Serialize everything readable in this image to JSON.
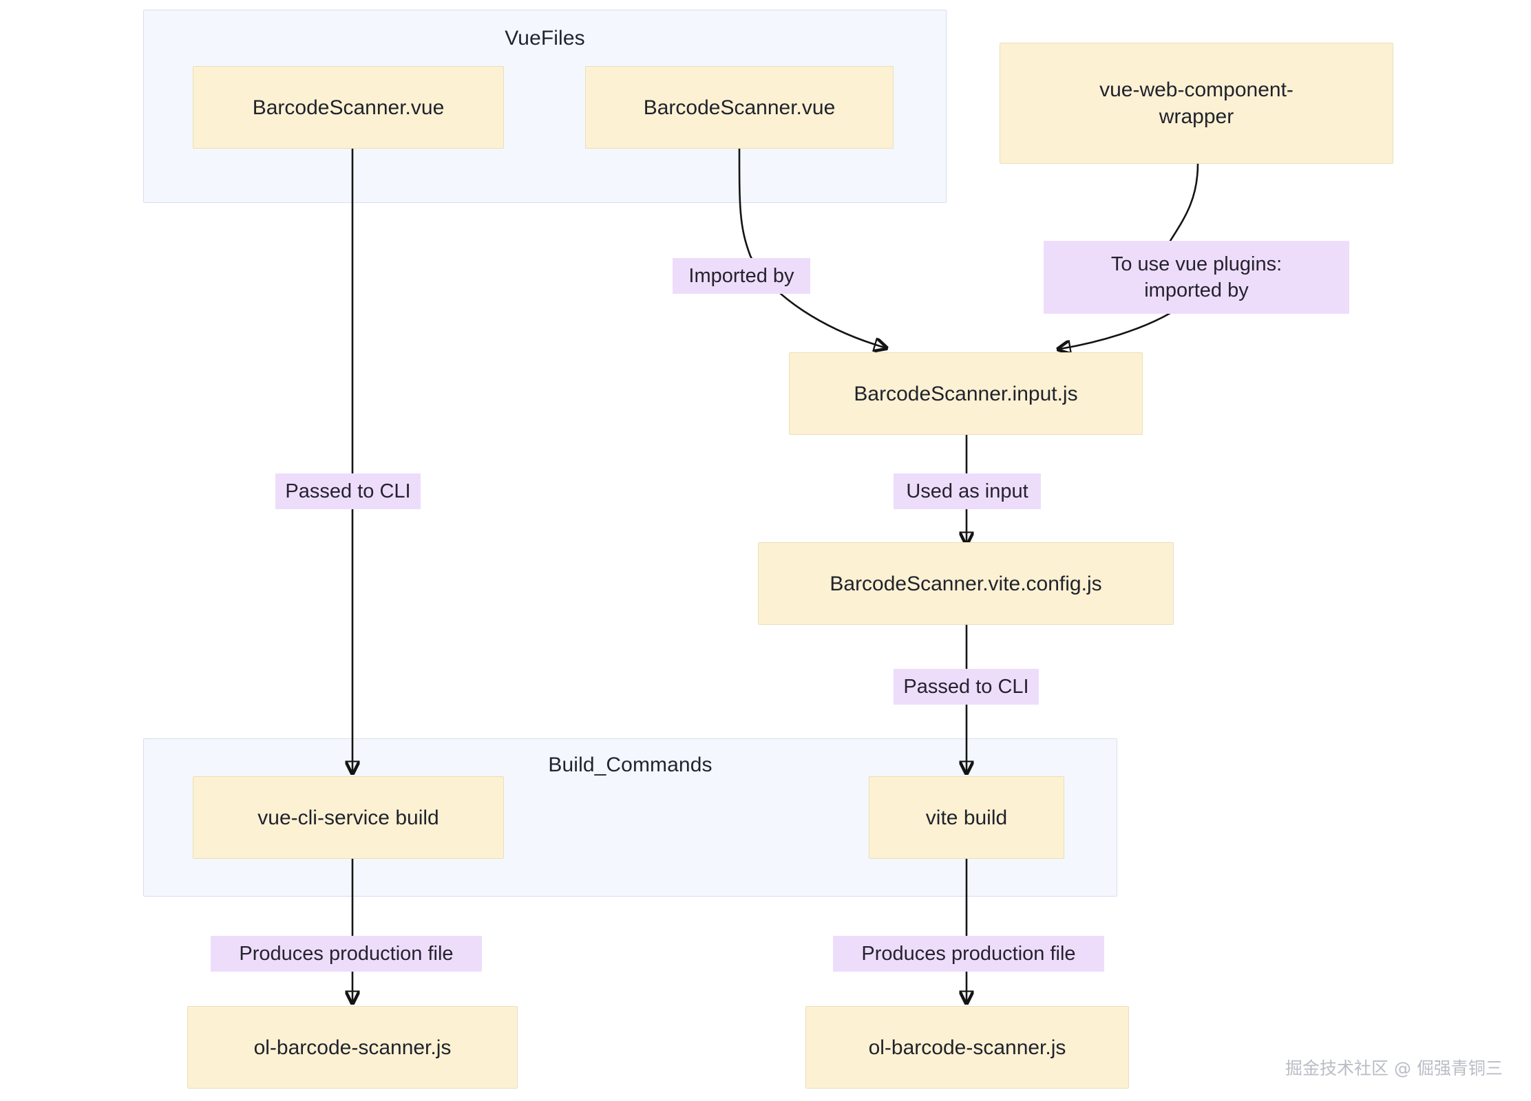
{
  "diagram": {
    "type": "flowchart",
    "title": "",
    "clusters": [
      {
        "id": "vue-files",
        "label": "VueFiles"
      },
      {
        "id": "build-commands",
        "label": "Build_Commands"
      }
    ],
    "nodes": [
      {
        "id": "barcode-scanner-vue-left",
        "label": "BarcodeScanner.vue"
      },
      {
        "id": "barcode-scanner-vue-right",
        "label": "BarcodeScanner.vue"
      },
      {
        "id": "vue-web-component-wrapper",
        "label": "vue-web-component-\nwrapper"
      },
      {
        "id": "barcode-scanner-input-js",
        "label": "BarcodeScanner.input.js"
      },
      {
        "id": "barcode-scanner-vite-config-js",
        "label": "BarcodeScanner.vite.config.js"
      },
      {
        "id": "vue-cli-service-build",
        "label": "vue-cli-service build"
      },
      {
        "id": "vite-build",
        "label": "vite build"
      },
      {
        "id": "ol-barcode-scanner-js-left",
        "label": "ol-barcode-scanner.js"
      },
      {
        "id": "ol-barcode-scanner-js-right",
        "label": "ol-barcode-scanner.js"
      }
    ],
    "edges": [
      {
        "id": "edge-imported-by",
        "label": "Imported by"
      },
      {
        "id": "edge-to-use-vue-plugins",
        "label": "To use vue plugins:\nimported by"
      },
      {
        "id": "edge-passed-to-cli-left",
        "label": "Passed to CLI"
      },
      {
        "id": "edge-used-as-input",
        "label": "Used as input"
      },
      {
        "id": "edge-passed-to-cli-right",
        "label": "Passed to CLI"
      },
      {
        "id": "edge-produces-left",
        "label": "Produces production file"
      },
      {
        "id": "edge-produces-right",
        "label": "Produces production file"
      }
    ],
    "colors": {
      "node_fill": "#fdf1d4",
      "node_stroke": "#eadfb8",
      "cluster_fill": "#f4f7fd",
      "cluster_stroke": "#d7def0",
      "edge_label_fill": "#edddfb",
      "edge_stroke": "#141414",
      "text": "#20232b"
    }
  },
  "watermark": {
    "text": "掘金技术社区 @ 倔强青铜三"
  }
}
